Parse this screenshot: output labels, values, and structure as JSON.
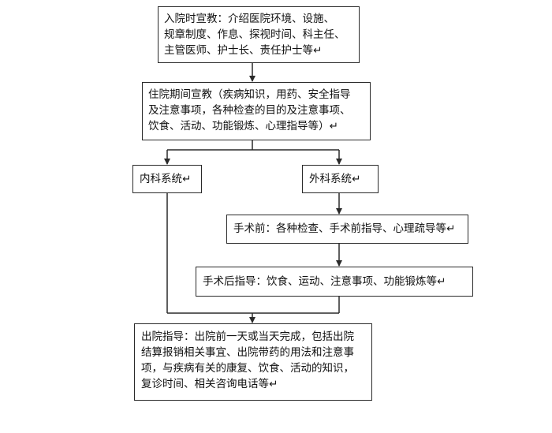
{
  "flowchart": {
    "admission": {
      "lines": [
        "入院时宣教：介绍医院环境、设施、",
        "规章制度、作息、探视时间、科主任、",
        "主管医师、护士长、责任护士等↵"
      ]
    },
    "hospitalization": {
      "lines": [
        "住院期间宣教（疾病知识，用药、安全指导",
        "及注意事项，各种检查的目的及注意事项、",
        "饮食、活动、功能锻炼、心理指导等）↵"
      ]
    },
    "internal_medicine": {
      "label": "内科系统↵"
    },
    "surgery": {
      "label": "外科系统↵"
    },
    "pre_op": {
      "label": "手术前：各种检查、手术前指导、心理疏导等↵"
    },
    "post_op": {
      "label": "手术后指导：饮食、运动、注意事项、功能锻炼等↵"
    },
    "discharge": {
      "lines": [
        "出院指导：出院前一天或当天完成，包括出院",
        "结算报销相关事宜、出院带药的用法和注意事",
        "项，与疾病有关的康复、饮食、活动的知识，",
        "复诊时间、相关咨询电话等↵"
      ]
    }
  }
}
